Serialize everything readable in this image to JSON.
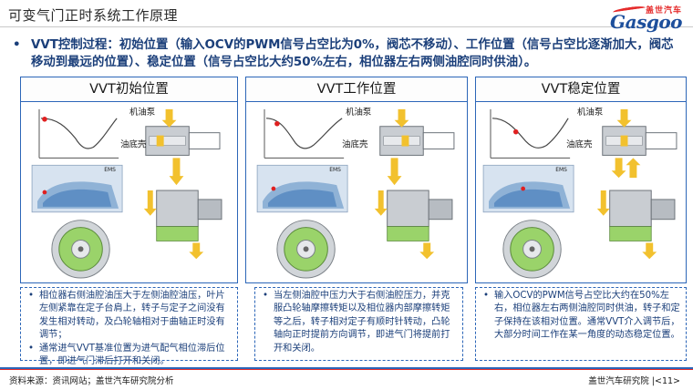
{
  "header": {
    "title": "可变气门正时系统工作原理",
    "logo_cn": "盖世汽车",
    "logo_en": "Gasgoo"
  },
  "summary": "VVT控制过程：初始位置（输入OCV的PWM信号占空比为0%，阀芯不移动）、工作位置（信号占空比逐渐加大，阀芯移动到最远的位置）、稳定位置（信号占空比大约50%左右，相位器左右两侧油腔同时供油）。",
  "panels": [
    {
      "title": "VVT初始位置",
      "label_pump": "机油泵",
      "label_sump": "油底壳",
      "label_ems": "EMS",
      "notes": [
        "相位器右侧油腔油压大于左侧油腔油压，叶片左侧紧靠在定子台肩上，转子与定子之间没有发生相对转动，及凸轮轴相对于曲轴正时没有调节；",
        "通常进气VVT基准位置为进气配气相位滞后位置，即进气门滞后打开和关闭。"
      ]
    },
    {
      "title": "VVT工作位置",
      "label_pump": "机油泵",
      "label_sump": "油底壳",
      "label_ems": "EMS",
      "notes": [
        "当左侧油腔中压力大于右侧油腔压力，并克服凸轮轴摩擦转矩以及相位器内部摩擦转矩等之后，转子相对定子有顺时针转动，凸轮轴向正时提前方向调节，即进气门将提前打开和关闭。"
      ]
    },
    {
      "title": "VVT稳定位置",
      "label_pump": "机油泵",
      "label_sump": "油底壳",
      "label_ems": "EMS",
      "notes": [
        "输入OCV的PWM信号占空比大约在50%左右，相位器左右两侧油腔同时供油，转子和定子保持在该相对位置。通常VVT介入调节后，大部分时间工作在某一角度的动态稳定位置。"
      ]
    }
  ],
  "footer": {
    "source": "资料来源：资讯网站；盖世汽车研究院分析",
    "credit": "盖世汽车研究院 |<11>"
  },
  "colors": {
    "accent": "#2c66b8",
    "text_blue": "#1b3f7a",
    "oil_yellow": "#f2c12e",
    "rotor_green": "#9ad36a",
    "brand_red": "#e52b2b"
  }
}
